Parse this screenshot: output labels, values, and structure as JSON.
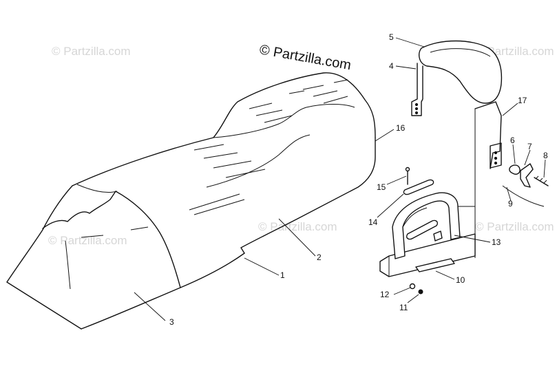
{
  "brand": "© Partzilla.com",
  "watermark": "© Partzilla.com",
  "callouts": [
    "1",
    "2",
    "3",
    "4",
    "5",
    "6",
    "7",
    "8",
    "9",
    "10",
    "11",
    "12",
    "13",
    "14",
    "15",
    "16",
    "17"
  ]
}
